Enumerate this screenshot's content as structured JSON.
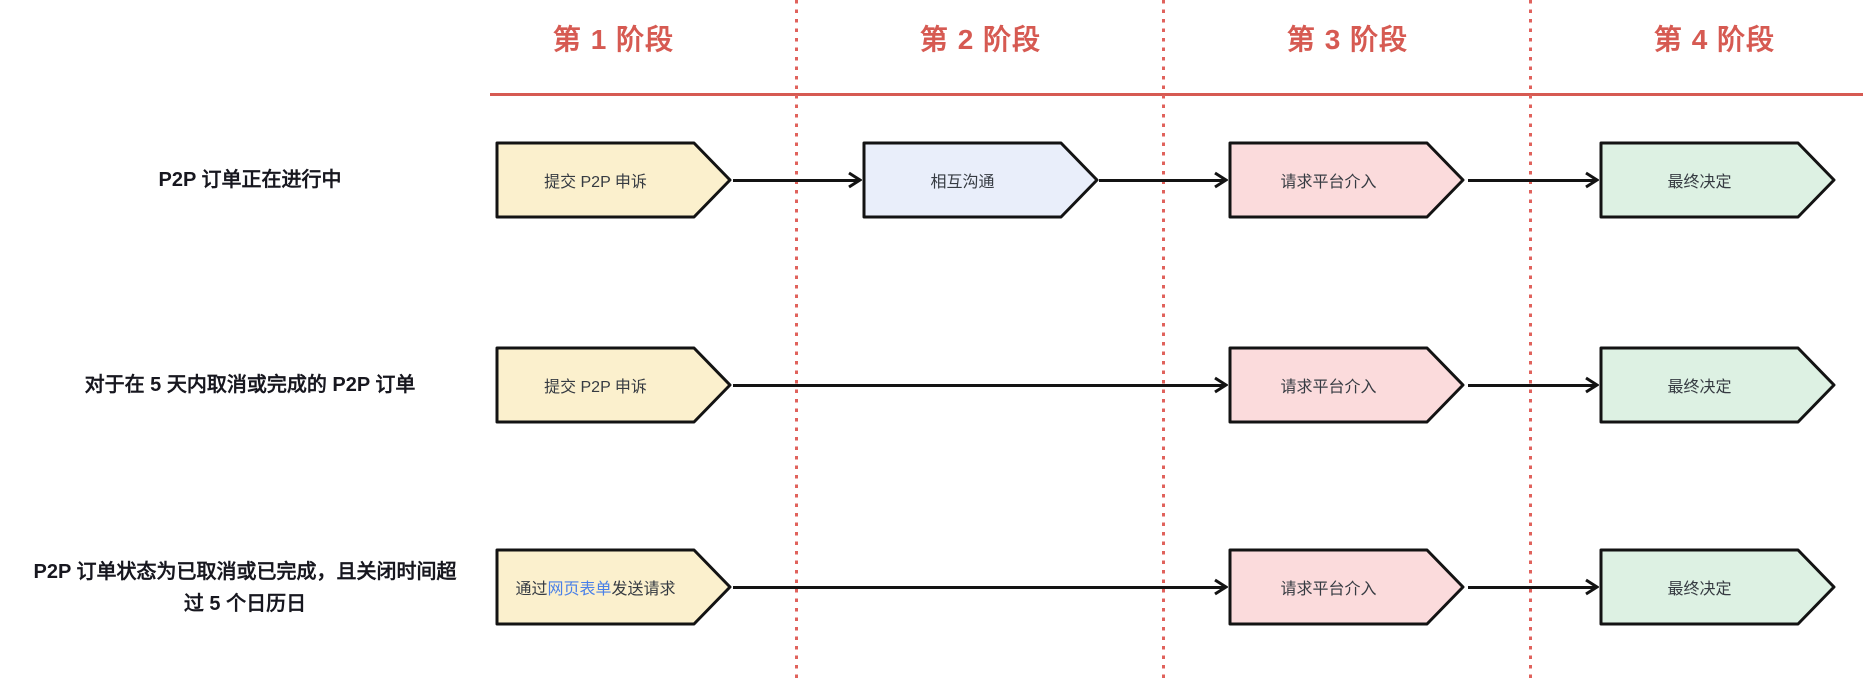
{
  "phases": [
    {
      "label": "第 1 阶段"
    },
    {
      "label": "第 2 阶段"
    },
    {
      "label": "第 3 阶段"
    },
    {
      "label": "第 4 阶段"
    }
  ],
  "rows": [
    {
      "label": "P2P 订单正在进行中",
      "steps": [
        {
          "text": "提交 P2P 申诉",
          "color": "yellow",
          "phase": 1
        },
        {
          "text": "相互沟通",
          "color": "blue",
          "phase": 2
        },
        {
          "text": "请求平台介入",
          "color": "pink",
          "phase": 3
        },
        {
          "text": "最终决定",
          "color": "green",
          "phase": 4
        }
      ]
    },
    {
      "label": "对于在 5 天内取消或完成的 P2P 订单",
      "steps": [
        {
          "text": "提交 P2P 申诉",
          "color": "yellow",
          "phase": 1
        },
        {
          "text": "请求平台介入",
          "color": "pink",
          "phase": 3
        },
        {
          "text": "最终决定",
          "color": "green",
          "phase": 4
        }
      ]
    },
    {
      "label": "P2P 订单状态为已取消或已完成，且关闭时间超过 5 个日历日",
      "steps": [
        {
          "text_prefix": "通过",
          "link_text": "网页表单",
          "text_suffix": "发送请求",
          "color": "yellow",
          "phase": 1
        },
        {
          "text": "请求平台介入",
          "color": "pink",
          "phase": 3
        },
        {
          "text": "最终决定",
          "color": "green",
          "phase": 4
        }
      ]
    }
  ],
  "colors": {
    "phase_header": "#d65a52",
    "phase_divider_line": "#d65a52",
    "dotted_separator": "#e0625c",
    "step_yellow": "#fbf0cd",
    "step_blue": "#e9eefa",
    "step_pink": "#fbdbdc",
    "step_green": "#ddf1e3",
    "shape_border": "#131313",
    "link": "#4a80e8",
    "label_text": "#17171f",
    "step_text": "#363b42"
  }
}
